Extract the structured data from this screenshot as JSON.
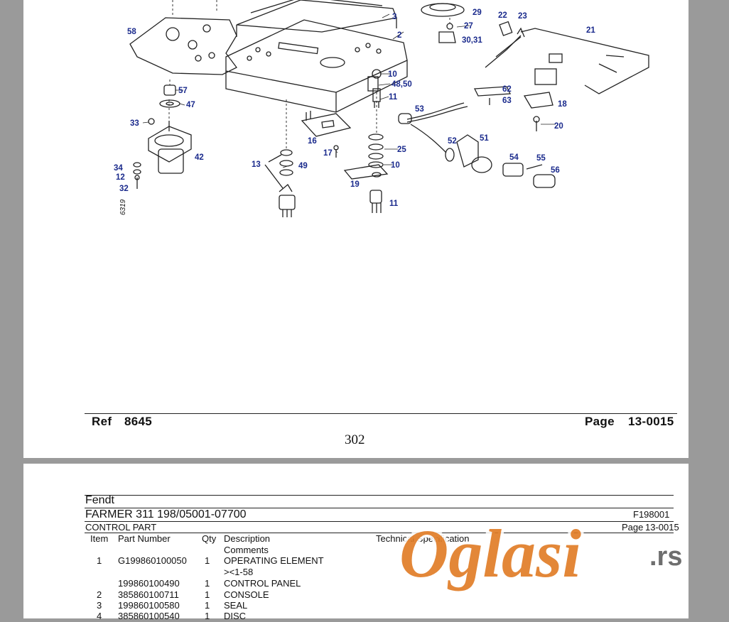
{
  "diagram": {
    "drawing_code": "6319",
    "callouts": [
      "58",
      "3",
      "2",
      "29",
      "27",
      "30,31",
      "22",
      "23",
      "21",
      "10",
      "48,50",
      "11",
      "57",
      "47",
      "33",
      "42",
      "34",
      "12",
      "32",
      "16",
      "17",
      "13",
      "49",
      "19",
      "25",
      "10",
      "11",
      "53",
      "62",
      "63",
      "18",
      "20",
      "52",
      "51",
      "54",
      "55",
      "56"
    ]
  },
  "footer": {
    "ref_label": "Ref",
    "ref_value": "8645",
    "page_label": "Page",
    "page_value": "13-0015",
    "folio": "302"
  },
  "parts_page": {
    "brand": "Fendt",
    "model": "FARMER 311 198/05001-07700",
    "model_code": "F198001",
    "section": "CONTROL PART",
    "section_page_label": "Page",
    "section_page_value": "13-0015",
    "columns": {
      "item": "Item",
      "part_number": "Part Number",
      "qty": "Qty",
      "description": "Description",
      "comments": "Comments",
      "technical_specification": "Technical Specification"
    },
    "rows": [
      {
        "item": "1",
        "part": "G199860100050",
        "qty": "1",
        "desc": "OPERATING ELEMENT"
      },
      {
        "item": "",
        "part": "",
        "qty": "",
        "desc": "><1-58"
      },
      {
        "item": "",
        "part": "199860100490",
        "qty": "1",
        "desc": "CONTROL PANEL"
      },
      {
        "item": "2",
        "part": "385860100711",
        "qty": "1",
        "desc": "CONSOLE"
      },
      {
        "item": "3",
        "part": "199860100580",
        "qty": "1",
        "desc": "SEAL"
      },
      {
        "item": "4",
        "part": "385860100540",
        "qty": "1",
        "desc": "DISC"
      }
    ]
  },
  "watermark": {
    "brand": "Oglasi",
    "suffix": ".rs",
    "color": "#e07a22"
  }
}
